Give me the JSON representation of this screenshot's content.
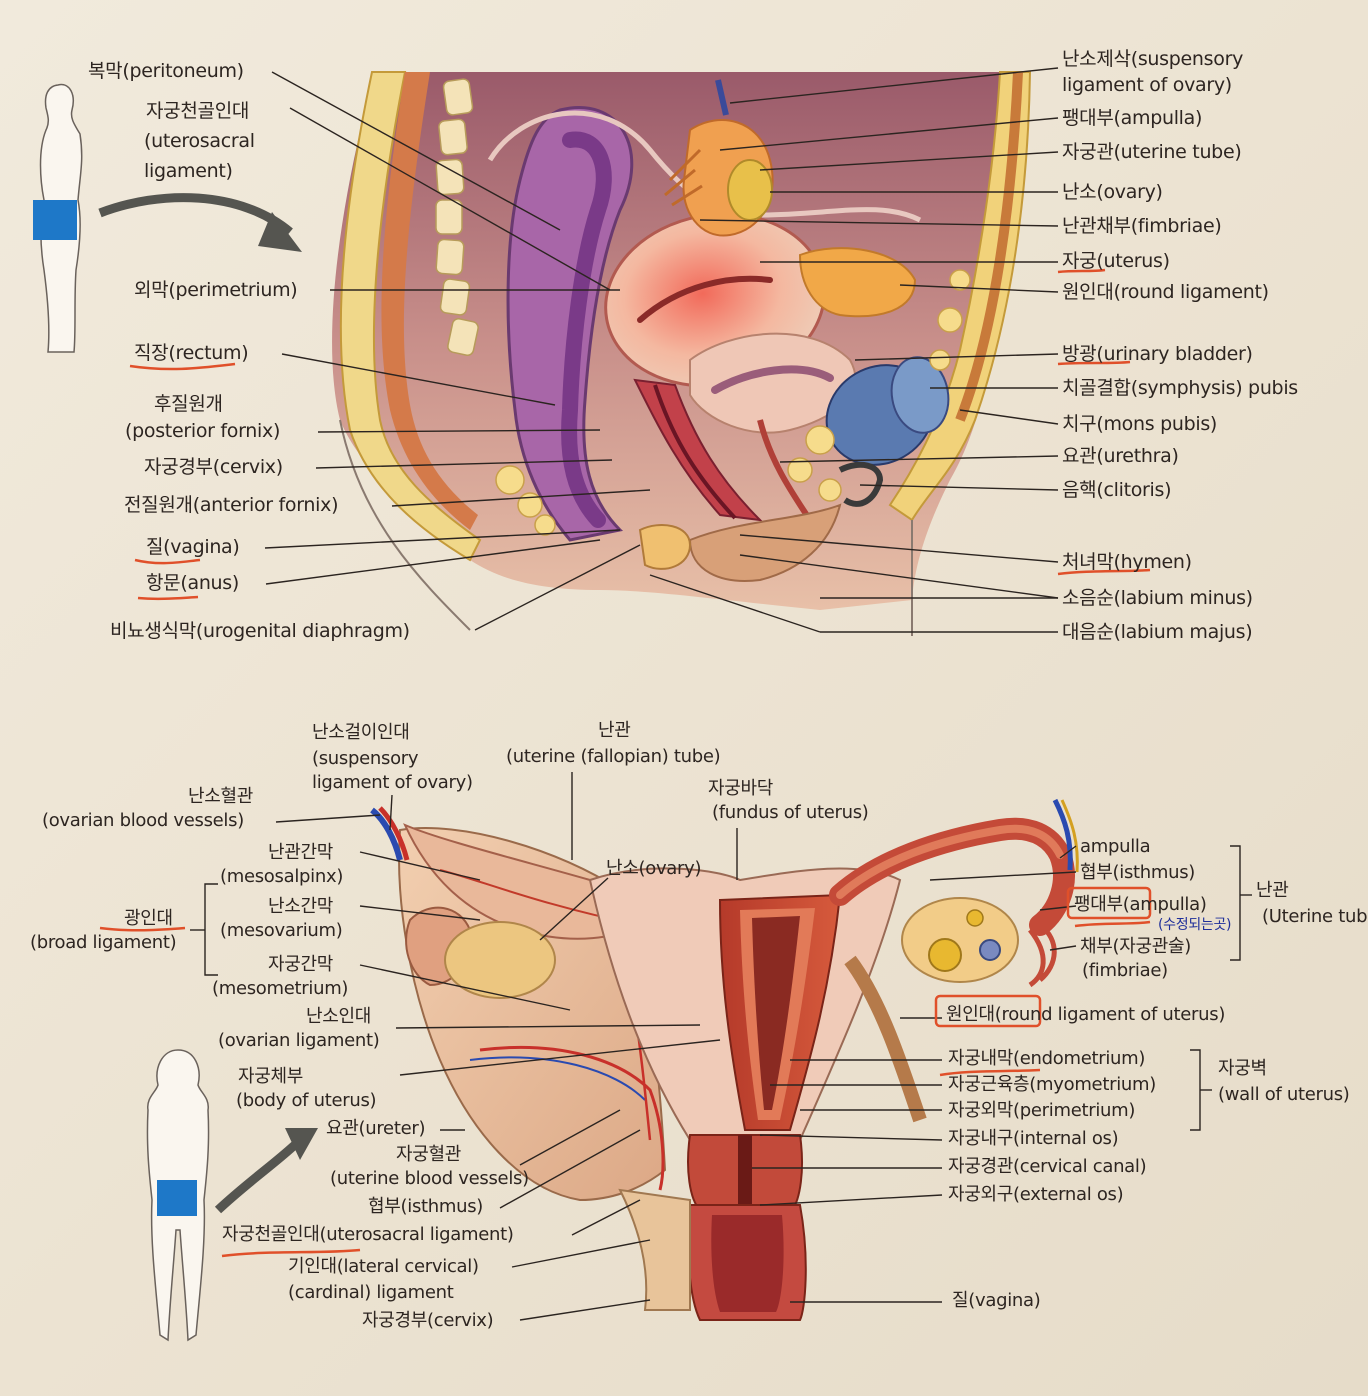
{
  "top": {
    "left": {
      "peritoneum": "복막(peritoneum)",
      "uterosacral_1": "자궁천골인대",
      "uterosacral_2": "(uterosacral",
      "uterosacral_3": "ligament)",
      "perimetrium": "외막(perimetrium)",
      "rectum": "직장(rectum)",
      "posterior_fornix_1": "후질원개",
      "posterior_fornix_2": "(posterior fornix)",
      "cervix": "자궁경부(cervix)",
      "anterior_fornix": "전질원개(anterior fornix)",
      "vagina": "질(vagina)",
      "anus": "항문(anus)",
      "urogenital": "비뇨생식막(urogenital diaphragm)"
    },
    "right": {
      "suspensory_1": "난소제삭(suspensory",
      "suspensory_2": "ligament of ovary)",
      "ampulla": "팽대부(ampulla)",
      "uterine_tube": "자궁관(uterine tube)",
      "ovary": "난소(ovary)",
      "fimbriae": "난관채부(fimbriae)",
      "uterus": "자궁(uterus)",
      "round_ligament": "원인대(round ligament)",
      "bladder": "방광(urinary bladder)",
      "symphysis": "치골결합(symphysis) pubis",
      "mons": "치구(mons pubis)",
      "urethra": "요관(urethra)",
      "clitoris": "음핵(clitoris)",
      "hymen": "처녀막(hymen)",
      "labium_minus": "소음순(labium minus)",
      "labium_majus": "대음순(labium majus)"
    }
  },
  "bottom": {
    "top_labels": {
      "susp_1": "난소걸이인대",
      "susp_2": "(suspensory",
      "susp_3": "ligament of ovary)",
      "tube_1": "난관",
      "tube_2": "(uterine (fallopian) tube)",
      "fundus_1": "자궁바닥",
      "fundus_2": "(fundus of uterus)",
      "ovarian_vessels_1": "난소혈관",
      "ovarian_vessels_2": "(ovarian blood vessels)",
      "ovary": "난소(ovary)"
    },
    "left": {
      "mesosalpinx_1": "난관간막",
      "mesosalpinx_2": "(mesosalpinx)",
      "mesovarium_1": "난소간막",
      "mesovarium_2": "(mesovarium)",
      "mesometrium_1": "자궁간막",
      "mesometrium_2": "(mesometrium)",
      "broad_1": "광인대",
      "broad_2": "(broad ligament)",
      "ovarian_lig_1": "난소인대",
      "ovarian_lig_2": "(ovarian ligament)",
      "body_1": "자궁체부",
      "body_2": "(body of uterus)",
      "ureter": "요관(ureter)",
      "uterine_vessels_1": "자궁혈관",
      "uterine_vessels_2": "(uterine blood vessels)",
      "isthmus": "협부(isthmus)",
      "uterosacral": "자궁천골인대(uterosacral ligament)",
      "lateral_1": "기인대(lateral cervical)",
      "lateral_2": "(cardinal) ligament",
      "cervix": "자궁경부(cervix)"
    },
    "right": {
      "ampulla_en": "ampulla",
      "isthmus": "협부(isthmus)",
      "ampulla": "팽대부(ampulla)",
      "handwritten": "(수정되는곳)",
      "fimbriae_1": "채부(자궁관술)",
      "fimbriae_2": "(fimbriae)",
      "tube_group_1": "난관",
      "tube_group_2": "(Uterine tube)",
      "round": "원인대(round ligament of uterus)",
      "endometrium": "자궁내막(endometrium)",
      "myometrium": "자궁근육층(myometrium)",
      "perimetrium": "자궁외막(perimetrium)",
      "wall_1": "자궁벽",
      "wall_2": "(wall of uterus)",
      "internal_os": "자궁내구(internal os)",
      "cervical_canal": "자궁경관(cervical canal)",
      "external_os": "자궁외구(external os)",
      "vagina": "질(vagina)"
    }
  },
  "colors": {
    "annotation_red": "#e0502a",
    "annotation_blue": "#1f2f9a",
    "figure_highlight": "#1e78c8",
    "leader_line": "#2b2420"
  }
}
